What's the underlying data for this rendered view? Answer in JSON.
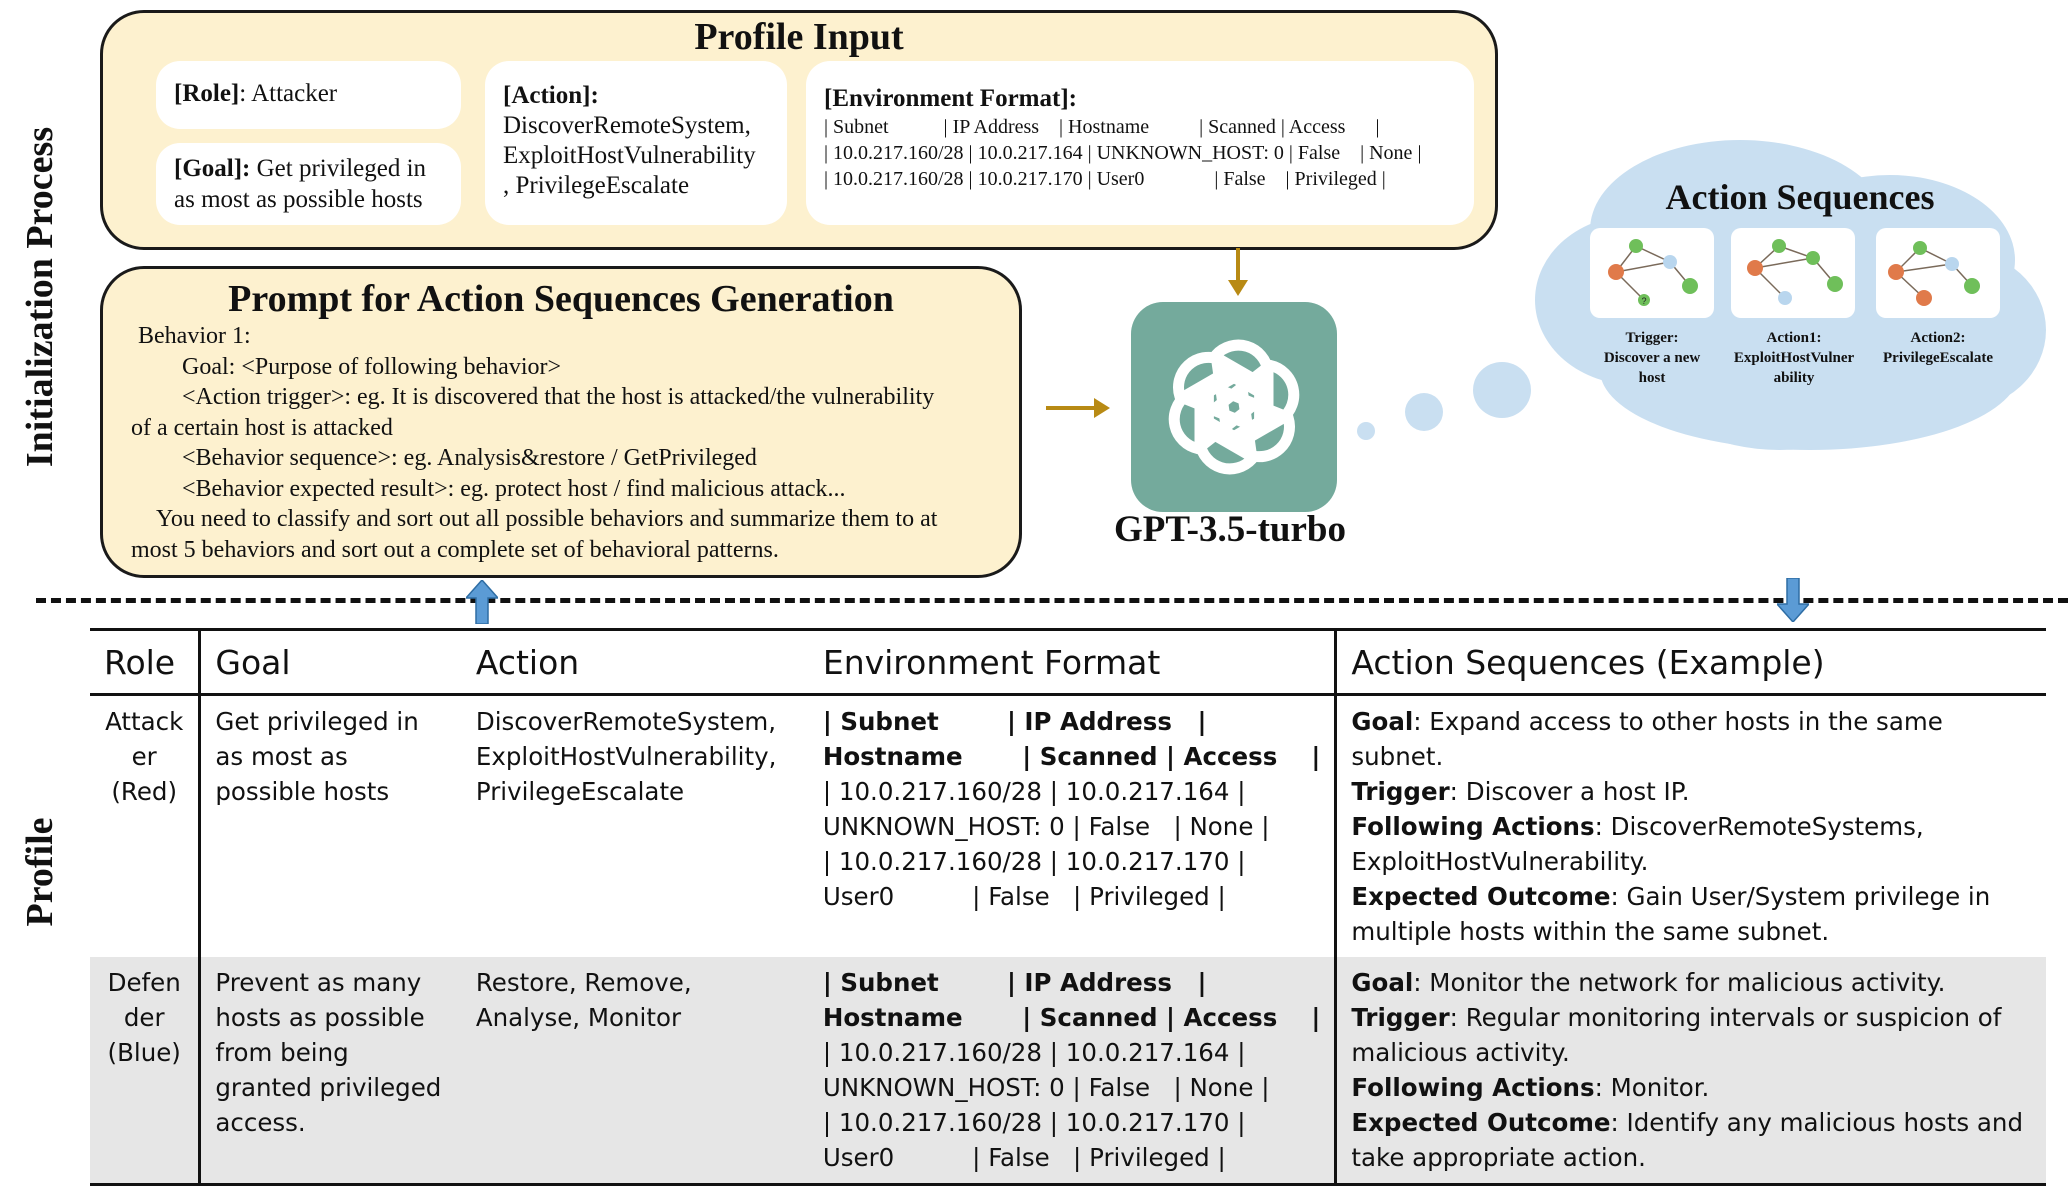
{
  "side_labels": {
    "initialization": "Initialization Process",
    "profile": "Profile"
  },
  "profile_input": {
    "title": "Profile Input",
    "role_key": "[Role]",
    "role_value": ": Attacker",
    "goal_key": "[Goal]:",
    "goal_value_1": " Get privileged in",
    "goal_value_2": "as most as possible hosts",
    "action_key": "[Action]:",
    "action_lines": [
      "DiscoverRemoteSystem,",
      "ExploitHostVulnerability",
      ", PrivilegeEscalate"
    ],
    "env_key": "[Environment Format]:",
    "env_lines": [
      "| Subnet           | IP Address    | Hostname          | Scanned | Access      |",
      "| 10.0.217.160/28 | 10.0.217.164 | UNKNOWN_HOST: 0 | False    | None |",
      "| 10.0.217.160/28 | 10.0.217.170 | User0              | False    | Privileged |"
    ]
  },
  "prompt": {
    "title": "Prompt for Action Sequences Generation",
    "lines": [
      "Behavior 1:",
      "Goal: <Purpose of following behavior>",
      "<Action trigger>: eg. It is discovered that the host is attacked/the vulnerability",
      "of a certain host is attacked",
      "<Behavior sequence>: eg. Analysis&restore / GetPrivileged",
      "<Behavior expected result>: eg. protect host / find malicious attack...",
      "You need to classify and sort out all possible behaviors and summarize them to at",
      "most 5 behaviors and sort out a complete set of behavioral patterns."
    ]
  },
  "model": {
    "name": "GPT-3.5-turbo",
    "logo_icon": "openai-logo-icon",
    "logo_color": "#74aa9c"
  },
  "action_sequences": {
    "title": "Action Sequences",
    "cloud_color": "#c9dff1",
    "cards": [
      {
        "label_lines": [
          "Trigger:",
          "Discover a new",
          "host"
        ]
      },
      {
        "label_lines": [
          "Action1:",
          "ExploitHostVulner",
          "ability"
        ]
      },
      {
        "label_lines": [
          "Action2:",
          "PrivilegeEscalate"
        ]
      }
    ]
  },
  "table": {
    "headers": [
      "Role",
      "Goal",
      "Action",
      "Environment Format",
      "Action Sequences (Example)"
    ],
    "rows": [
      {
        "role_lines": [
          "Attack",
          "er",
          "(Red)"
        ],
        "goal": "Get privileged in as most as possible hosts",
        "action": "DiscoverRemoteSystem, ExploitHostVulnerability, PrivilegeEscalate",
        "env_lines": [
          "| Subnet        | IP Address   |",
          "Hostname       | Scanned | Access    |",
          "| 10.0.217.160/28 | 10.0.217.164 |",
          "UNKNOWN_HOST: 0 | False   | None |",
          "| 10.0.217.160/28 | 10.0.217.170 |",
          "User0          | False   | Privileged |"
        ],
        "seq": [
          {
            "key": "Goal",
            "text": ": Expand access to other hosts in the same subnet."
          },
          {
            "key": "Trigger",
            "text": ": Discover a host IP."
          },
          {
            "key": "Following Actions",
            "text": ": DiscoverRemoteSystems, ExploitHostVulnerability."
          },
          {
            "key": "Expected Outcome",
            "text": ": Gain User/System privilege in multiple hosts within the same subnet."
          }
        ]
      },
      {
        "role_lines": [
          "Defen",
          "der",
          "(Blue)"
        ],
        "goal": "Prevent as many hosts as possible from being granted privileged access.",
        "action": "Restore, Remove, Analyse, Monitor",
        "env_lines": [
          "| Subnet        | IP Address   |",
          "Hostname       | Scanned | Access    |",
          "| 10.0.217.160/28 | 10.0.217.164 |",
          "UNKNOWN_HOST: 0 | False   | None |",
          "| 10.0.217.160/28 | 10.0.217.170 |",
          "User0          | False   | Privileged |"
        ],
        "seq": [
          {
            "key": "Goal",
            "text": ": Monitor the network for malicious activity."
          },
          {
            "key": "Trigger",
            "text": ": Regular monitoring intervals or suspicion of malicious activity."
          },
          {
            "key": "Following Actions",
            "text": ": Monitor."
          },
          {
            "key": "Expected Outcome",
            "text": ": Identify any malicious hosts and take appropriate action."
          }
        ]
      }
    ]
  }
}
